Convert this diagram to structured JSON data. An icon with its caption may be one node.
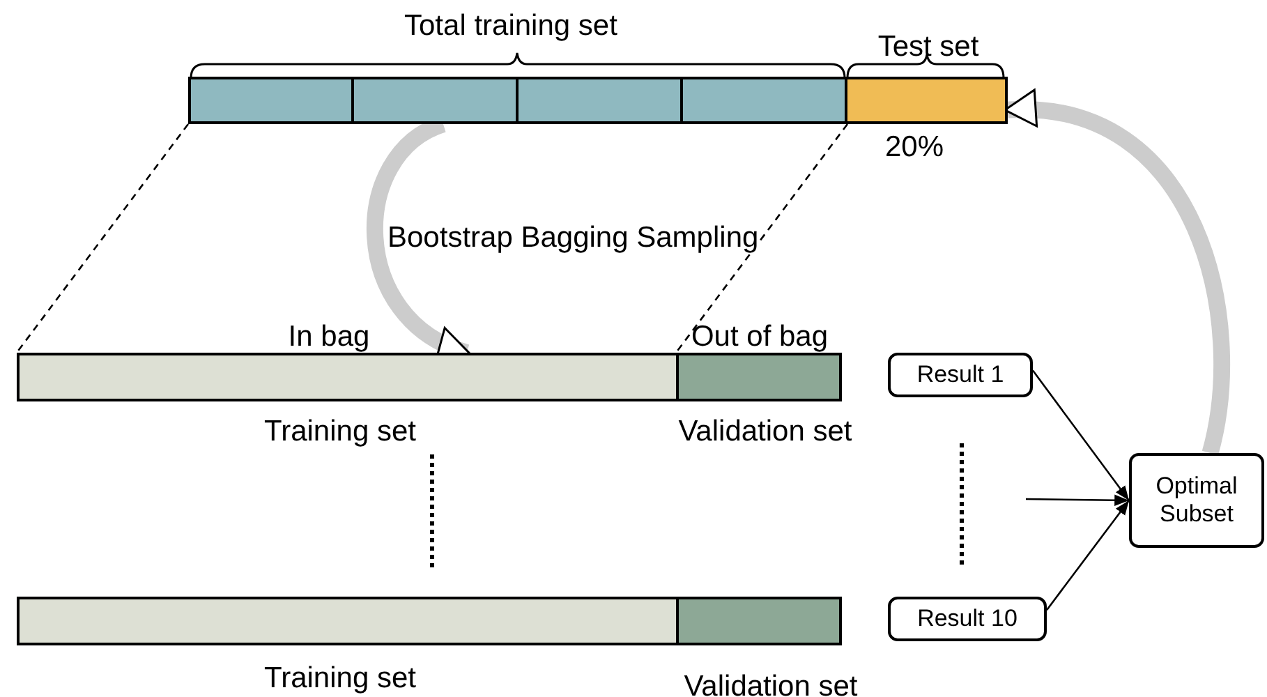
{
  "diagram": {
    "nodes": [
      {
        "text": [],
        "shape": "bar"
      },
      {
        "text": [],
        "shape": "bar"
      },
      {
        "text": [],
        "shape": "bar"
      },
      {
        "text": [],
        "shape": "bar"
      },
      {
        "text": [
          "Test set"
        ],
        "beside": [
          "20%"
        ]
      },
      {
        "text": [
          "In bag"
        ],
        "beside": [
          "Training set"
        ]
      },
      {
        "text": [
          "Out of bag"
        ],
        "beside": [
          "Validation set"
        ]
      },
      {
        "text": [],
        "shape": "bar",
        "beside": [
          "Training set"
        ]
      },
      {
        "text": [],
        "shape": "bar",
        "beside": [
          "Validation set"
        ]
      },
      {
        "text": [
          "Result 1"
        ]
      },
      {
        "text": [
          "Result 10"
        ]
      },
      {
        "text": [
          "Optimal Subset"
        ]
      }
    ],
    "edges": [
      {
        "from": 0,
        "to": 5,
        "arrow": "none",
        "style": "dashed"
      },
      {
        "from": 3,
        "to": 6,
        "arrow": "none",
        "style": "dashed"
      },
      {
        "from": 9,
        "to": 11,
        "arrow": "to"
      },
      {
        "from": 10,
        "to": 11,
        "arrow": "to"
      },
      {
        "from": null,
        "to": 11,
        "arrow": "to"
      },
      {
        "from": 11,
        "to": 4,
        "arrow": "to",
        "style": "thick",
        "color": "#cccccc"
      },
      {
        "from": 1,
        "to": 5,
        "arrow": "to",
        "style": "thick",
        "color": "#cccccc",
        "label": "Bootstrap Bagging Sampling"
      }
    ],
    "labels": [
      "Total training set"
    ]
  }
}
